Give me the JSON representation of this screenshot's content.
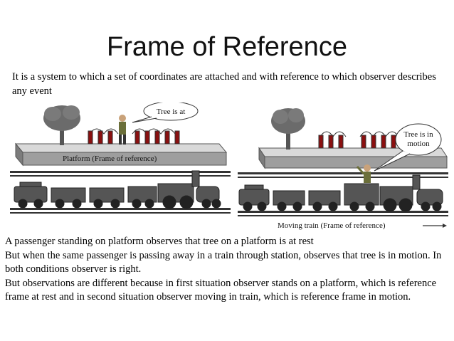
{
  "title": "Frame of Reference",
  "intro": "It is a system to which a set of coordinates are attached and with reference to which observer describes any event",
  "figures": {
    "left": {
      "bubble": "Tree is at",
      "platform_label": "Platform (Frame of reference)"
    },
    "right": {
      "bubble_line1": "Tree is in",
      "bubble_line2": "motion",
      "train_label": "Moving train (Frame of reference)"
    }
  },
  "paragraphs": [
    "A passenger standing on platform observes that tree on a platform is at rest",
    " But when the same passenger is passing away in a train through station, observes that tree is in motion. In both conditions observer is right.",
    "But observations are different because in first situation observer stands on a platform, which is reference frame at rest and in second situation observer moving in train, which is reference frame in motion."
  ]
}
